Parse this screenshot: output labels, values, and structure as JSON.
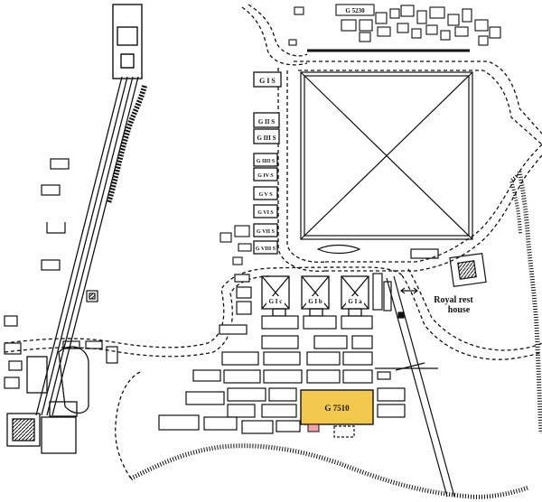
{
  "map": {
    "labels": {
      "g5230": "G 5230",
      "g1s": "G I S",
      "g2s_a": "G II S",
      "g2s_b": "G III S",
      "g3s": "G IIII S",
      "g4s": "G IV S",
      "g5s": "G V S",
      "g6s": "G VI S",
      "g7s": "G VII S",
      "g8s": "G VIII S",
      "g1c": "G I c",
      "g1b": "G I b",
      "g1a": "G I a",
      "highlight": "G 7510",
      "rest_house_1": "Royal rest",
      "rest_house_2": "house"
    },
    "colors": {
      "highlight": "#f2c94c",
      "marker": "#f3a4a4",
      "ink": "#111111"
    }
  }
}
